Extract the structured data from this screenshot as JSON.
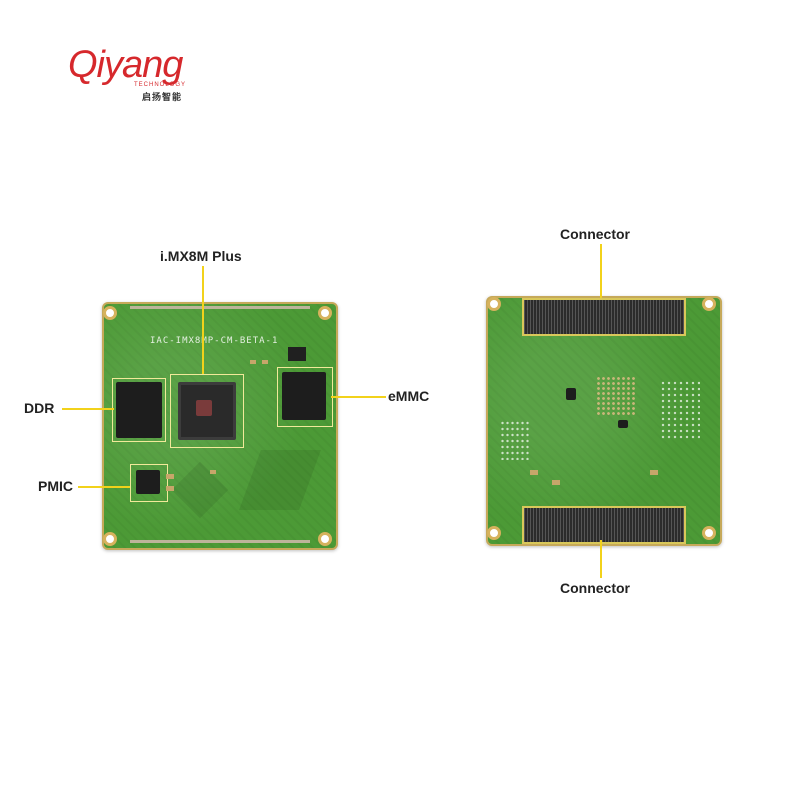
{
  "brand": {
    "name": "Qiyang",
    "tagline": "TECHNOLOGY",
    "chinese_name": "启扬智能",
    "color": "#d6282c"
  },
  "labels": {
    "soc": "i.MX8M Plus",
    "ddr": "DDR",
    "pmic": "PMIC",
    "emmc": "eMMC",
    "connector_top": "Connector",
    "connector_bottom": "Connector"
  },
  "board_silkscreen": "IAC-IMX8MP-CM-BETA-1",
  "colors": {
    "pcb_green": "#4c9a36",
    "leader_yellow": "#f2d21b",
    "gold": "#d6b25d"
  }
}
